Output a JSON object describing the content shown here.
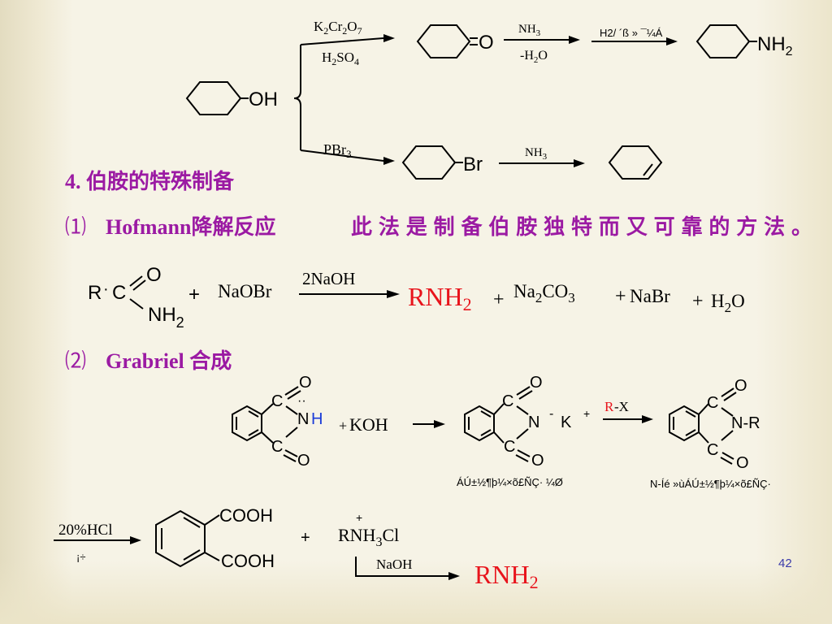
{
  "route1": {
    "reagent1_top": "K2Cr2O7",
    "reagent1_bottom": "H2SO4",
    "ketone_o": "O",
    "reagent2_top": "NH3",
    "reagent2_bottom": "-H2O",
    "reagent3": "H2/ ´ß » ¯¼Á",
    "product": "NH2",
    "start_oh": "OH"
  },
  "route2": {
    "reagent1": "PBr3",
    "bromide": "Br",
    "reagent2": "NH3"
  },
  "heading4": "4. 伯胺的特殊制备",
  "hofmann": {
    "num": "⑴",
    "title": "Hofmann降解反应",
    "desc": "此法是制备伯胺独特而又可靠的方法。",
    "r": "R",
    "c": "C",
    "o": "O",
    "nh2": "NH2",
    "plus": "+",
    "reagent": "NaOBr",
    "condition": "2NaOH",
    "product": "RNH2",
    "byproduct1": "Na2CO3",
    "byproduct2": "NaBr",
    "byproduct3": "H2O"
  },
  "gabriel": {
    "num": "⑵",
    "title": "Grabriel 合成",
    "c": "C",
    "o": "O",
    "n": "N",
    "h": "H",
    "koh": "KOH",
    "k": "K",
    "nr": "N-R",
    "rx_r": "R",
    "rx_x": "-X",
    "label1": "ÁÚ±½¶þ¼×õ£ÑÇ· ¼Ø",
    "label2": "N-Íé »ùÁÚ±½¶þ¼×õ£ÑÇ·",
    "hcl": "20%HCl",
    "hcl_bottom": "¡÷",
    "cooh": "COOH",
    "plus": "+",
    "salt": "RNH3Cl",
    "naoh": "NaOH",
    "product": "RNH2"
  },
  "page_number": "42"
}
